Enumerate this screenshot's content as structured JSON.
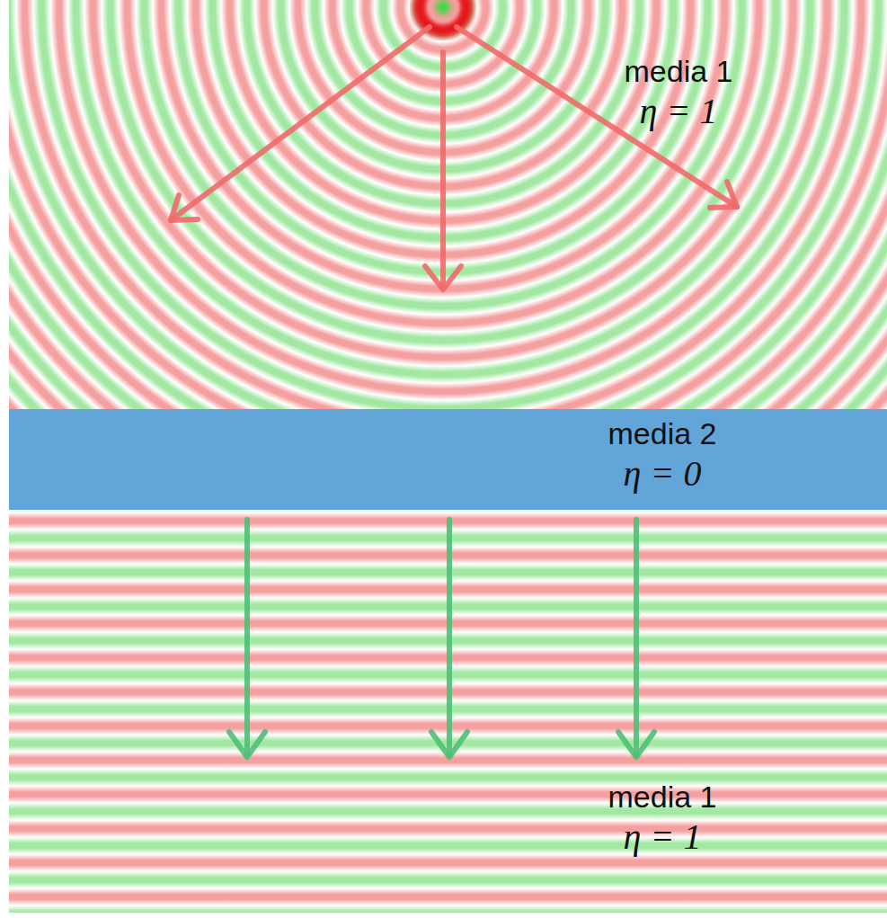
{
  "diagram": {
    "nodes": [
      {
        "text": [
          "media 1",
          "η = 1"
        ]
      },
      {
        "text": [
          "media 2",
          "η = 0"
        ]
      },
      {
        "text": [
          "media 1",
          "η = 1"
        ]
      }
    ]
  }
}
